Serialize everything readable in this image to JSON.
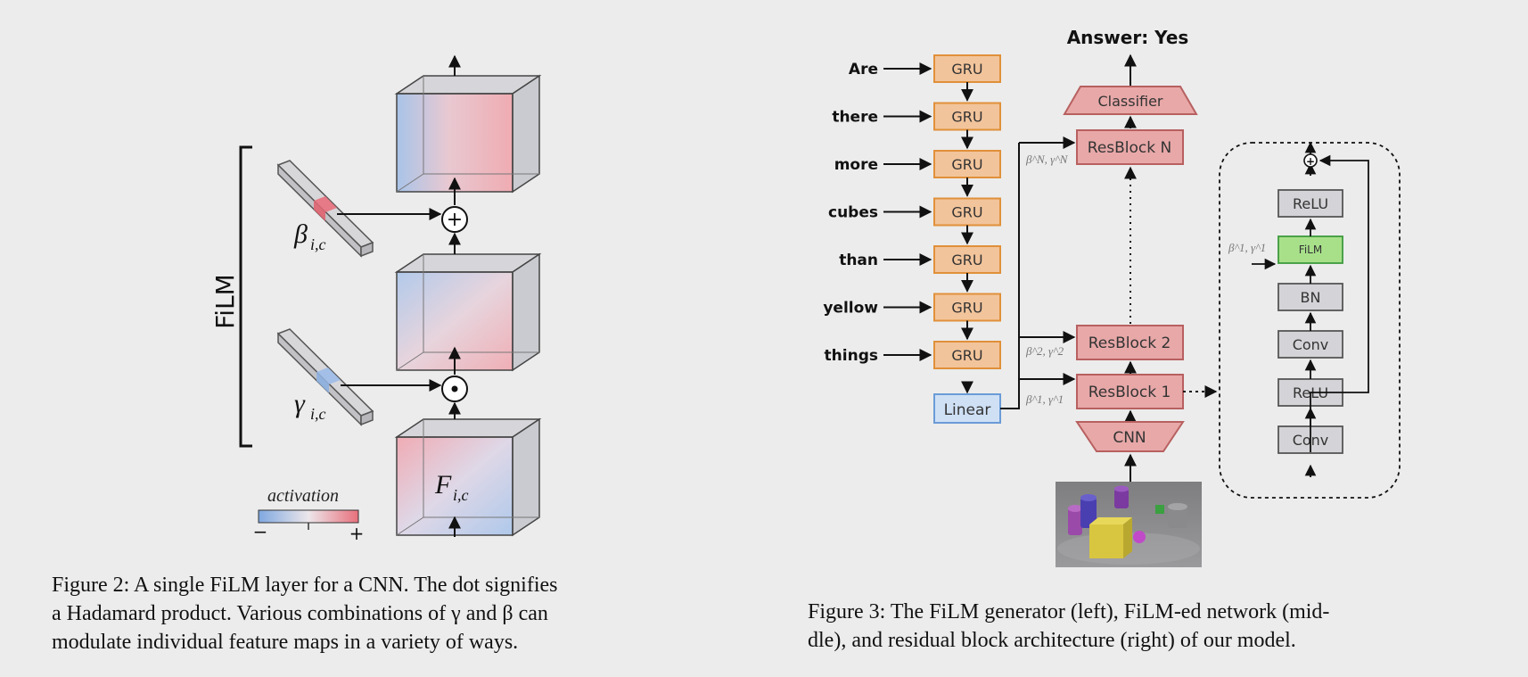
{
  "fig2": {
    "bracket_label": "FiLM",
    "beta_label": "β",
    "beta_sub": "i,c",
    "gamma_label": "γ",
    "gamma_sub": "i,c",
    "feature_label": "F",
    "feature_sub": "i,c",
    "add_symbol": "+",
    "mul_symbol": "⊙",
    "colorbar": {
      "title": "activation",
      "min_label": "−",
      "max_label": "+",
      "low_color": "#7fa8e0",
      "high_color": "#e8707c"
    },
    "caption_lines": [
      "Figure 2: A single FiLM layer for a CNN. The dot signifies",
      "a Hadamard product. Various combinations of γ and β can",
      "modulate individual feature maps in a variety of ways."
    ]
  },
  "fig3": {
    "answer": "Answer: Yes",
    "words": [
      "Are",
      "there",
      "more",
      "cubes",
      "than",
      "yellow",
      "things"
    ],
    "gru_label": "GRU",
    "linear_label": "Linear",
    "classifier_label": "Classifier",
    "resblock_labels": [
      "ResBlock N",
      "ResBlock 2",
      "ResBlock 1"
    ],
    "cnn_label": "CNN",
    "param_labels": [
      "β^N, γ^N",
      "β^2, γ^2",
      "β^1, γ^1"
    ],
    "detail_layers": [
      "ReLU",
      "FiLM",
      "BN",
      "Conv",
      "ReLU",
      "Conv"
    ],
    "detail_param_label": "β^1, γ^1",
    "add_symbol": "+",
    "colors": {
      "gru": "#f2c49b",
      "gru_border": "#e0903a",
      "resblock": "#e8a8a8",
      "resblock_border": "#b86060",
      "linear": "#cfe0f5",
      "linear_border": "#6a9bd6",
      "film": "#a8e08a",
      "film_border": "#3d9a3d",
      "layer": "#d4d4d8",
      "layer_border": "#555"
    },
    "caption_lines": [
      "Figure 3: The FiLM generator (left), FiLM-ed network (mid-",
      "dle), and residual block architecture (right) of our model."
    ]
  }
}
